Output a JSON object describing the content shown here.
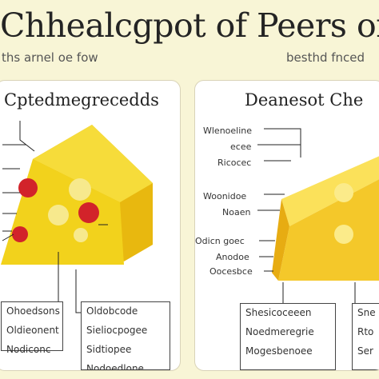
{
  "header": {
    "title": "Chhealcgpot of Peers ome Preves",
    "subtitle_left": "ths arnel oe fow",
    "subtitle_right": "besthd fnced"
  },
  "left_panel": {
    "title": "Cptedmegrecedds",
    "labels": [],
    "boxes": [
      {
        "lines": [
          "Ohoedsons",
          "Oldieonent",
          "Nodiconc"
        ]
      },
      {
        "lines": [
          "Oldobcode",
          "Sieliocpogee",
          "Sidtiopee",
          "Nodoedlone"
        ]
      }
    ]
  },
  "right_panel": {
    "title": "Deanesot Che",
    "labels": [
      "Wlenoeline",
      "ecee",
      "Ricocec",
      "Woonidoe",
      "Noaen",
      "Odicn goec",
      "Anodoe",
      "Oocesbce"
    ],
    "boxes": [
      {
        "lines": [
          "Shesicoceeen",
          "Noedmeregrie",
          "Mogesbenoee"
        ]
      },
      {
        "lines": [
          "Sne",
          "Rto",
          "Ser"
        ]
      }
    ]
  },
  "colors": {
    "background": "#f8f5d6",
    "cheese_left": "#f2d21c",
    "cheese_right": "#f4c82a",
    "pepperoni": "#d2232a"
  }
}
